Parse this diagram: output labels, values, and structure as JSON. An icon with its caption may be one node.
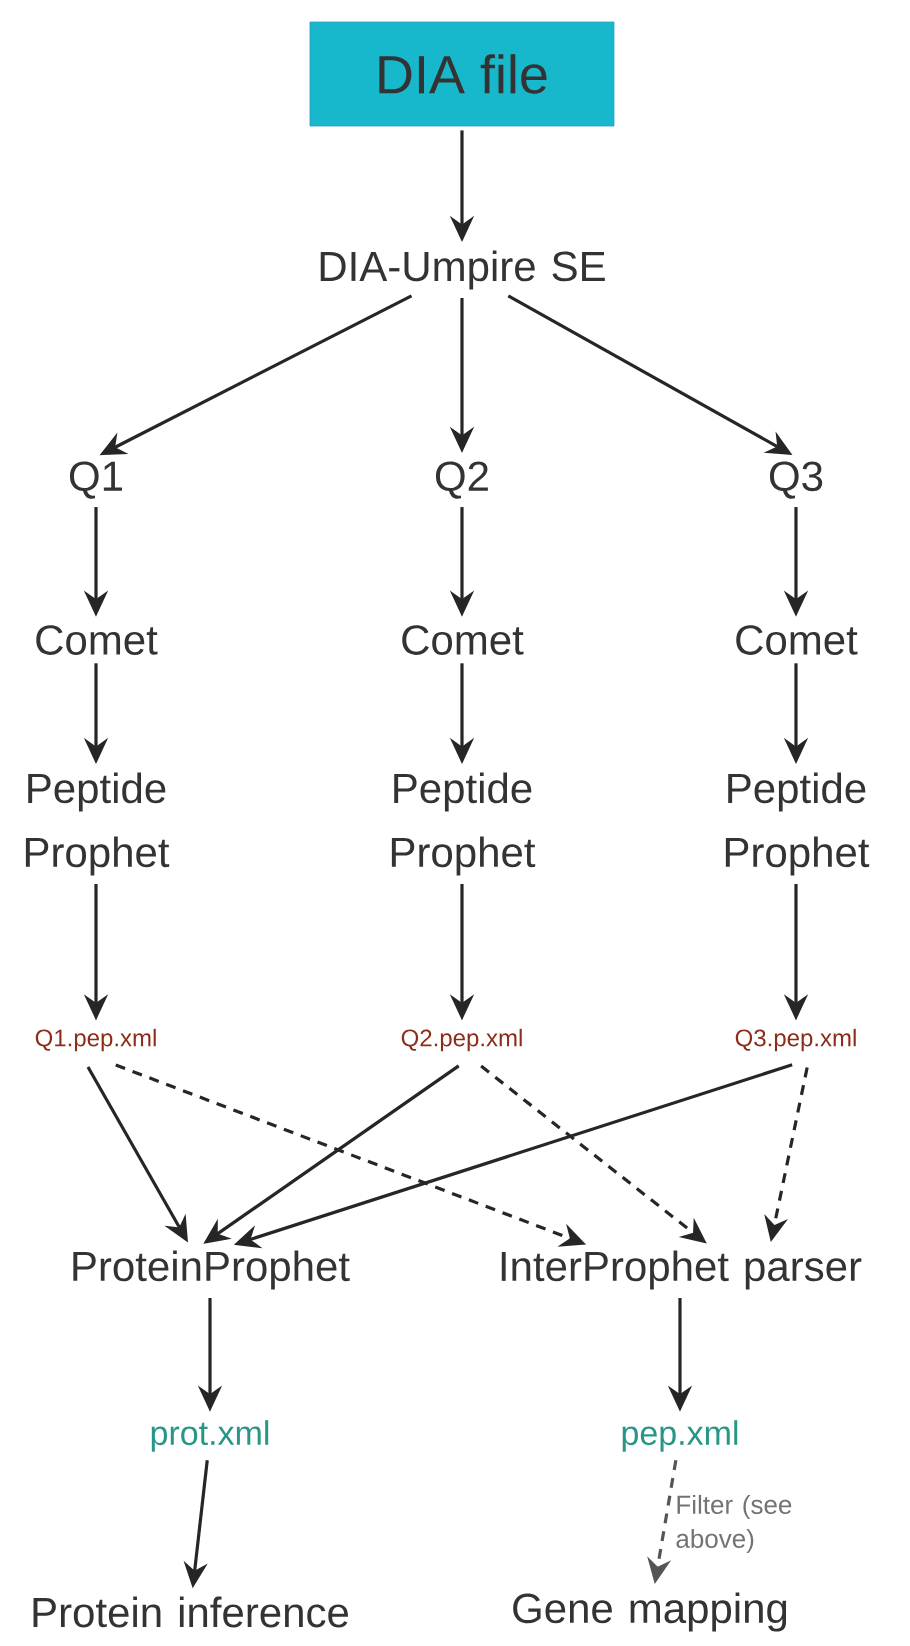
{
  "diagram": {
    "nodes": [
      {
        "text": [
          "DIA file"
        ]
      },
      {
        "text": [
          "DIA-Umpire SE"
        ]
      },
      {
        "text": [
          "Q1"
        ]
      },
      {
        "text": [
          "Q2"
        ]
      },
      {
        "text": [
          "Q3"
        ]
      },
      {
        "text": [
          "Comet"
        ]
      },
      {
        "text": [
          "Comet"
        ]
      },
      {
        "text": [
          "Comet"
        ]
      },
      {
        "text": [
          "Peptide Prophet"
        ]
      },
      {
        "text": [
          "Peptide Prophet"
        ]
      },
      {
        "text": [
          "Peptide Prophet"
        ]
      },
      {
        "text": [
          "Q1.pep.xml"
        ]
      },
      {
        "text": [
          "Q2.pep.xml"
        ]
      },
      {
        "text": [
          "Q3.pep.xml"
        ]
      },
      {
        "text": [
          "ProteinProphet"
        ]
      },
      {
        "text": [
          "InterProphet parser"
        ]
      },
      {
        "text": [
          "prot.xml"
        ]
      },
      {
        "text": [
          "pep.xml"
        ]
      },
      {
        "text": [
          "Protein inference"
        ]
      },
      {
        "text": [
          "Gene mapping"
        ]
      }
    ],
    "edges": [
      {
        "from": 0,
        "to": 1,
        "arrow": "to"
      },
      {
        "from": 1,
        "to": 2,
        "arrow": "to"
      },
      {
        "from": 1,
        "to": 3,
        "arrow": "to"
      },
      {
        "from": 1,
        "to": 4,
        "arrow": "to"
      },
      {
        "from": 2,
        "to": 5,
        "arrow": "to"
      },
      {
        "from": 3,
        "to": 6,
        "arrow": "to"
      },
      {
        "from": 4,
        "to": 7,
        "arrow": "to"
      },
      {
        "from": 5,
        "to": 8,
        "arrow": "to"
      },
      {
        "from": 6,
        "to": 9,
        "arrow": "to"
      },
      {
        "from": 7,
        "to": 10,
        "arrow": "to"
      },
      {
        "from": 8,
        "to": 11,
        "arrow": "to"
      },
      {
        "from": 9,
        "to": 12,
        "arrow": "to"
      },
      {
        "from": 10,
        "to": 13,
        "arrow": "to"
      },
      {
        "from": 11,
        "to": 14,
        "arrow": "to"
      },
      {
        "from": 11,
        "to": 15,
        "arrow": "to",
        "style": "dashed"
      },
      {
        "from": 12,
        "to": 14,
        "arrow": "to"
      },
      {
        "from": 12,
        "to": 15,
        "arrow": "to",
        "style": "dashed"
      },
      {
        "from": 13,
        "to": 14,
        "arrow": "to"
      },
      {
        "from": 13,
        "to": 15,
        "arrow": "to",
        "style": "dashed"
      },
      {
        "from": 14,
        "to": 16,
        "arrow": "to"
      },
      {
        "from": 16,
        "to": 18,
        "arrow": "to"
      },
      {
        "from": 15,
        "to": 17,
        "arrow": "to"
      },
      {
        "from": 17,
        "to": 19,
        "arrow": "to",
        "style": "dashed",
        "color": "#555555",
        "label": "Filter (see above)"
      }
    ]
  }
}
